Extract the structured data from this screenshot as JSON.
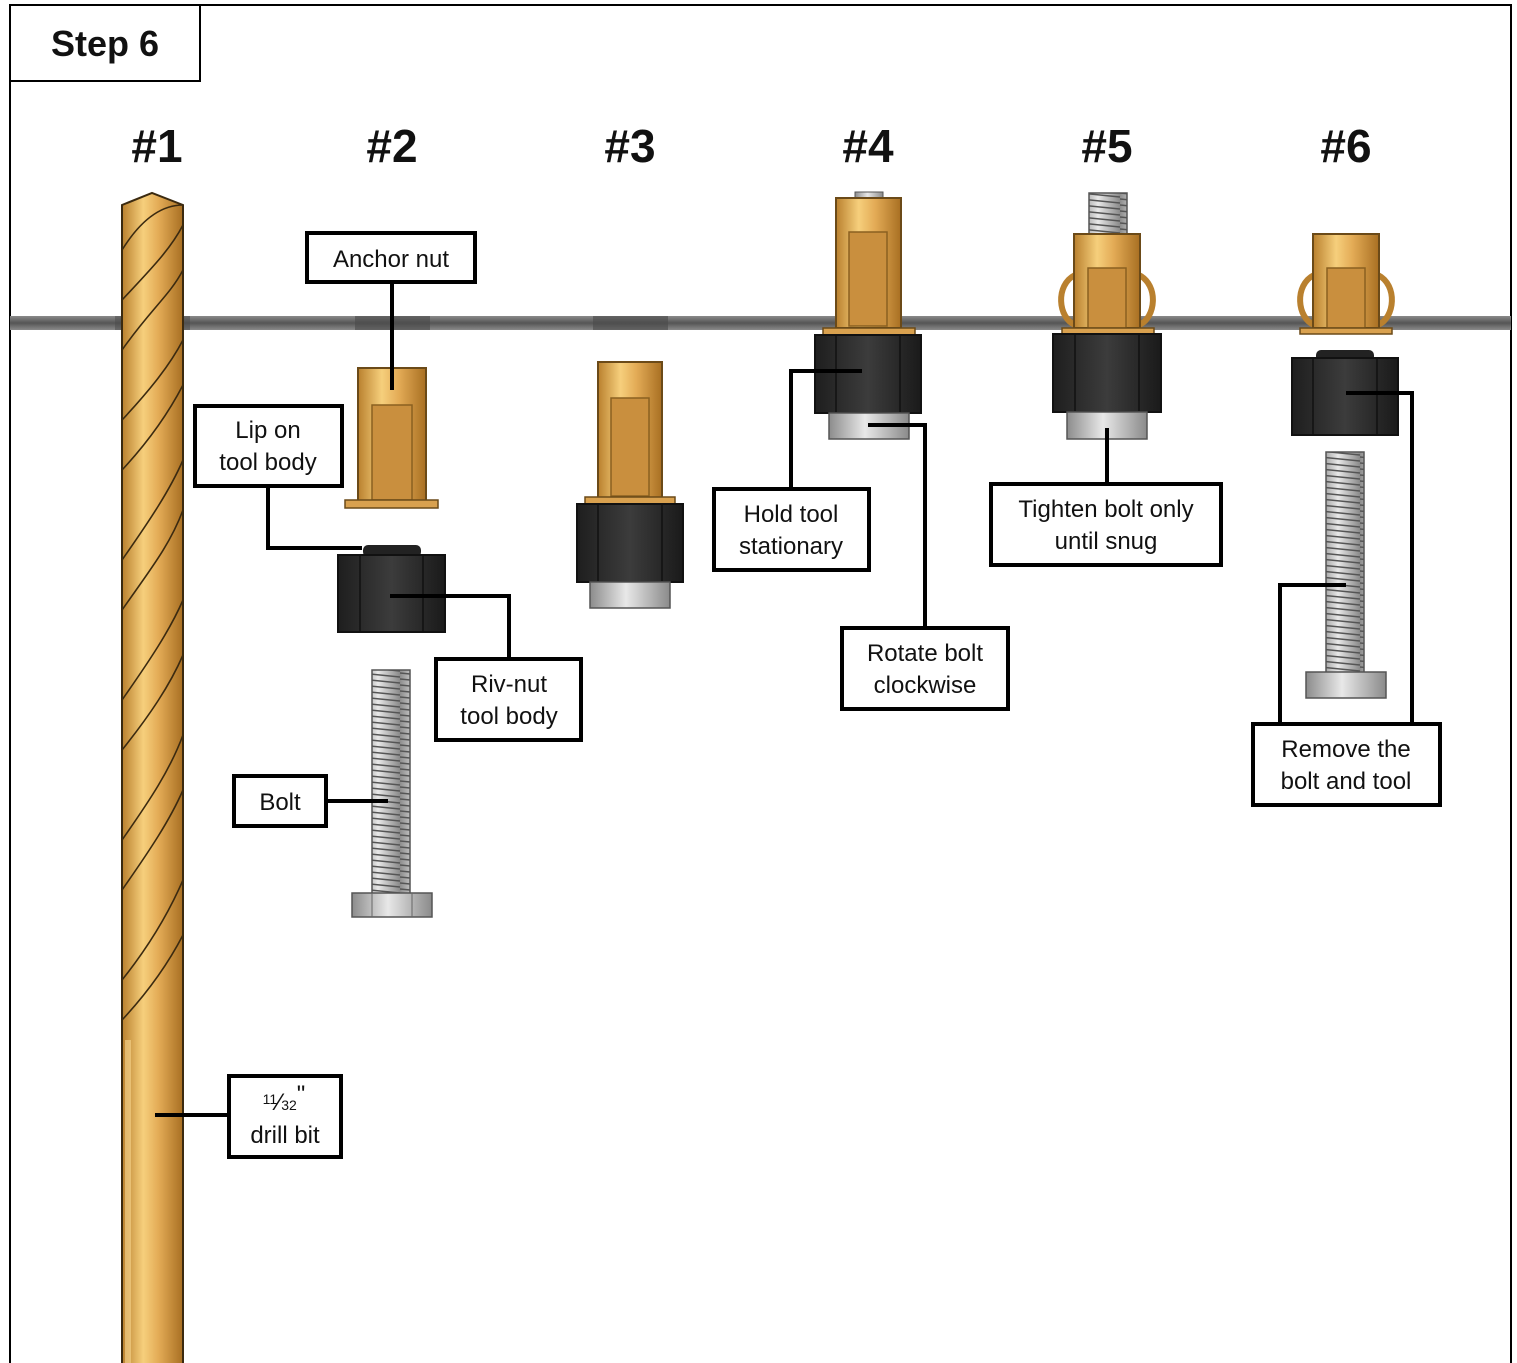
{
  "header": {
    "step_label": "Step 6"
  },
  "columns": [
    {
      "label": "#1"
    },
    {
      "label": "#2"
    },
    {
      "label": "#3"
    },
    {
      "label": "#4"
    },
    {
      "label": "#5"
    },
    {
      "label": "#6"
    }
  ],
  "callouts": {
    "anchor_nut": "Anchor nut",
    "lip_line1": "Lip on",
    "lip_line2": "tool body",
    "rivnut_line1": "Riv-nut",
    "rivnut_line2": "tool body",
    "bolt": "Bolt",
    "drill_frac_num": "11",
    "drill_frac_den": "32",
    "drill_inch": "\"",
    "drill_line2": "drill bit",
    "hold_line1": "Hold tool",
    "hold_line2": "stationary",
    "rotate_line1": "Rotate bolt",
    "rotate_line2": "clockwise",
    "tighten_line1": "Tighten bolt only",
    "tighten_line2": "until snug",
    "remove_line1": "Remove the",
    "remove_line2": "bolt and tool"
  },
  "colors": {
    "brass": "#d9a14f",
    "brass_light": "#f2c872",
    "tool_body": "#2e2e2e",
    "steel": "#bdbdbd",
    "surface": "#6d6d6d"
  }
}
